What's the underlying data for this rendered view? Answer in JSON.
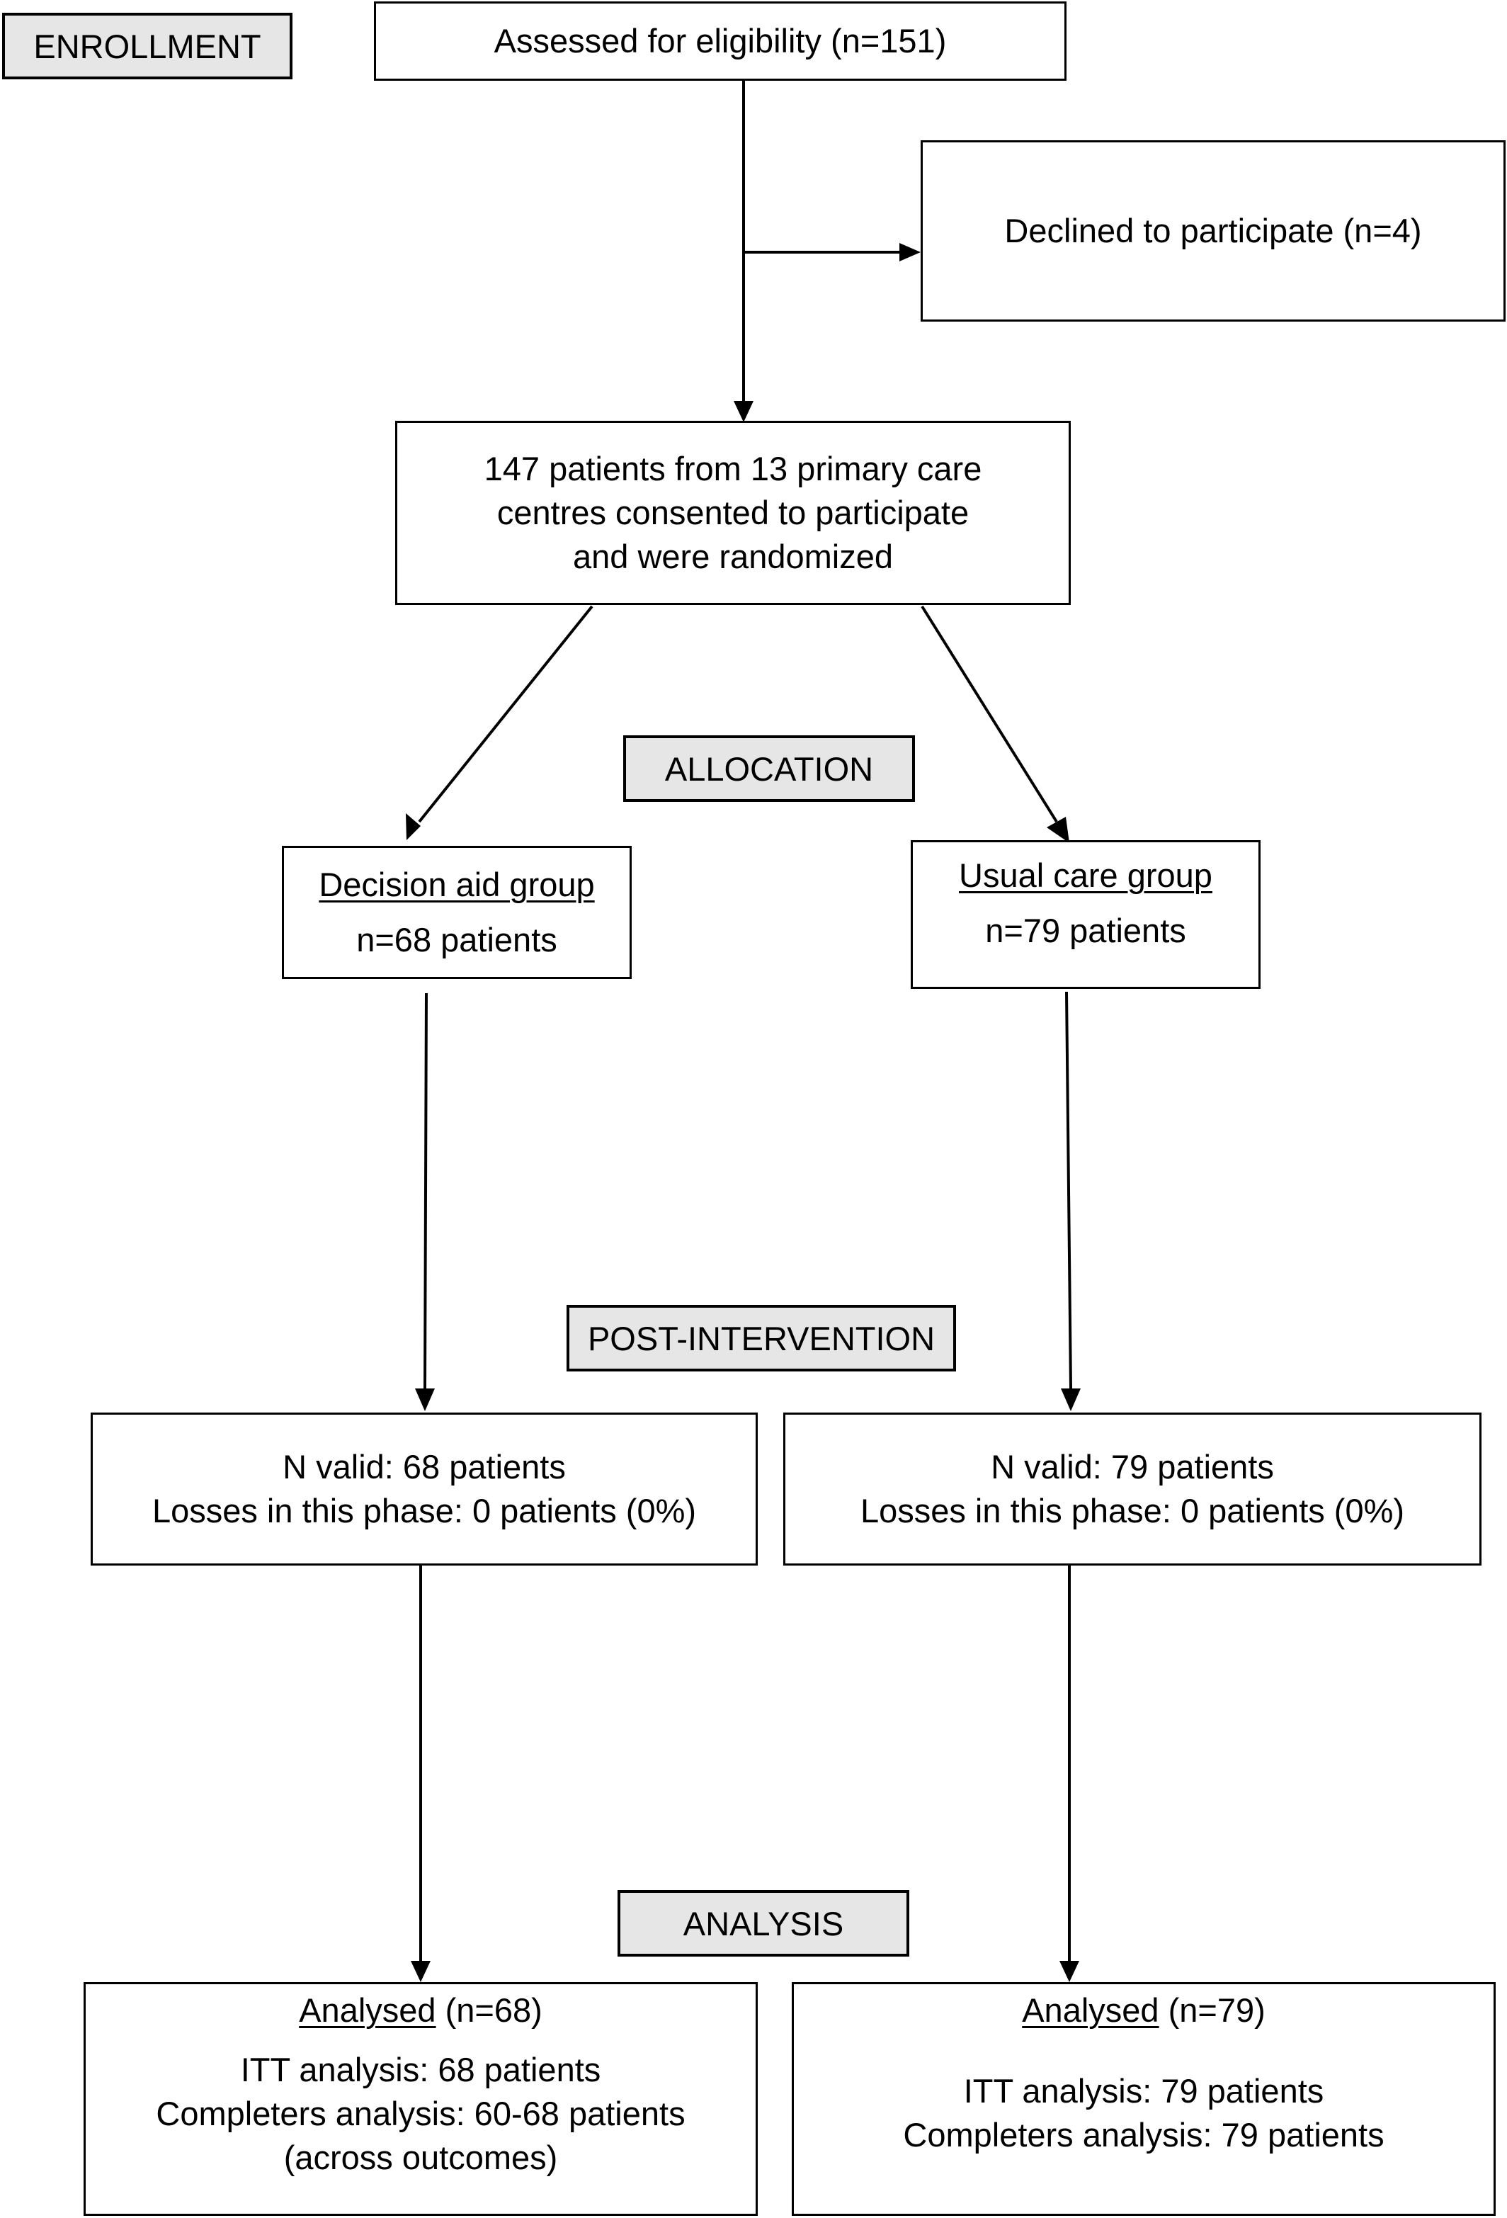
{
  "phases": {
    "enrollment": "ENROLLMENT",
    "allocation": "ALLOCATION",
    "post_intervention": "POST-INTERVENTION",
    "analysis": "ANALYSIS"
  },
  "enrollment": {
    "assessed": "Assessed for eligibility (n=151)",
    "declined": "Declined to participate (n=4)",
    "randomized": [
      "147 patients from 13 primary care",
      "centres consented to participate",
      "and were randomized"
    ]
  },
  "allocation": {
    "decision_aid": {
      "title": "Decision aid group",
      "count": "n=68 patients"
    },
    "usual_care": {
      "title": "Usual care group",
      "count": "n=79 patients"
    }
  },
  "post_intervention": {
    "left": {
      "valid": "N valid: 68 patients",
      "losses": "Losses in this phase: 0 patients (0%)"
    },
    "right": {
      "valid": "N valid: 79 patients",
      "losses": "Losses in this phase: 0 patients (0%)"
    }
  },
  "analysis": {
    "left": {
      "title": "Analysed",
      "n": " (n=68)",
      "itt": "ITT analysis: 68 patients",
      "completers": "Completers analysis: 60-68 patients",
      "note": "(across outcomes)"
    },
    "right": {
      "title": "Analysed",
      "n": " (n=79)",
      "itt": "ITT analysis: 79 patients",
      "completers": "Completers analysis: 79 patients"
    }
  }
}
